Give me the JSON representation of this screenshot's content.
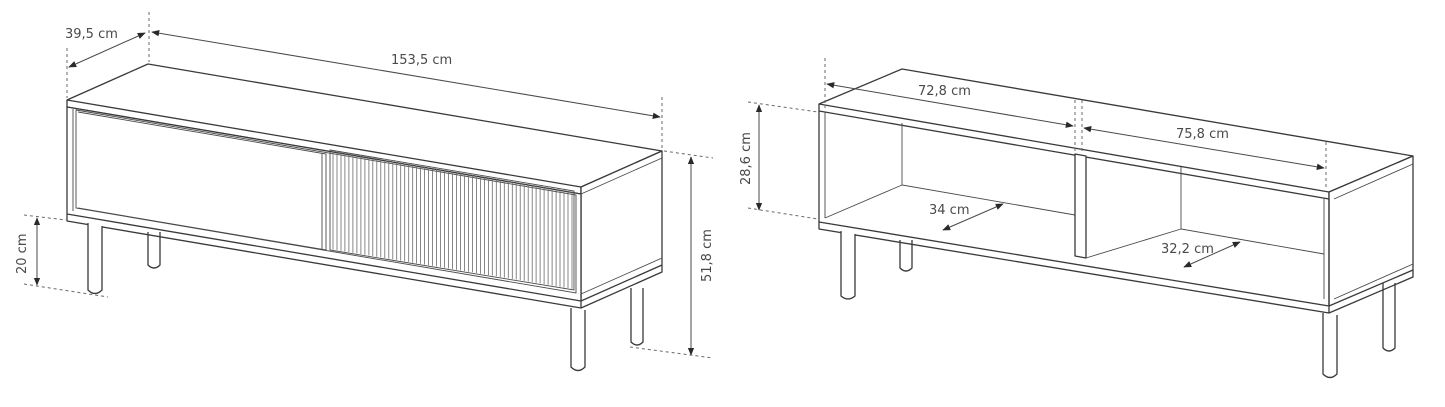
{
  "diagram": {
    "type": "furniture-dimension-drawing",
    "views": [
      {
        "id": "closed-view",
        "description": "TV cabinet front with sliding doors (left plain, right ribbed)",
        "dimensions": {
          "depth": "39,5 cm",
          "width": "153,5 cm",
          "leg_height": "20 cm",
          "total_height": "51,8 cm"
        }
      },
      {
        "id": "open-view",
        "description": "TV cabinet interior with two compartments",
        "dimensions": {
          "inner_height": "28,6 cm",
          "left_compartment_width": "72,8 cm",
          "right_compartment_width": "75,8 cm",
          "left_compartment_depth": "34 cm",
          "right_compartment_depth": "32,2 cm"
        }
      }
    ],
    "colors": {
      "line": "#3a3a3a",
      "dimension": "#4a4a4a",
      "background": "#ffffff"
    }
  }
}
